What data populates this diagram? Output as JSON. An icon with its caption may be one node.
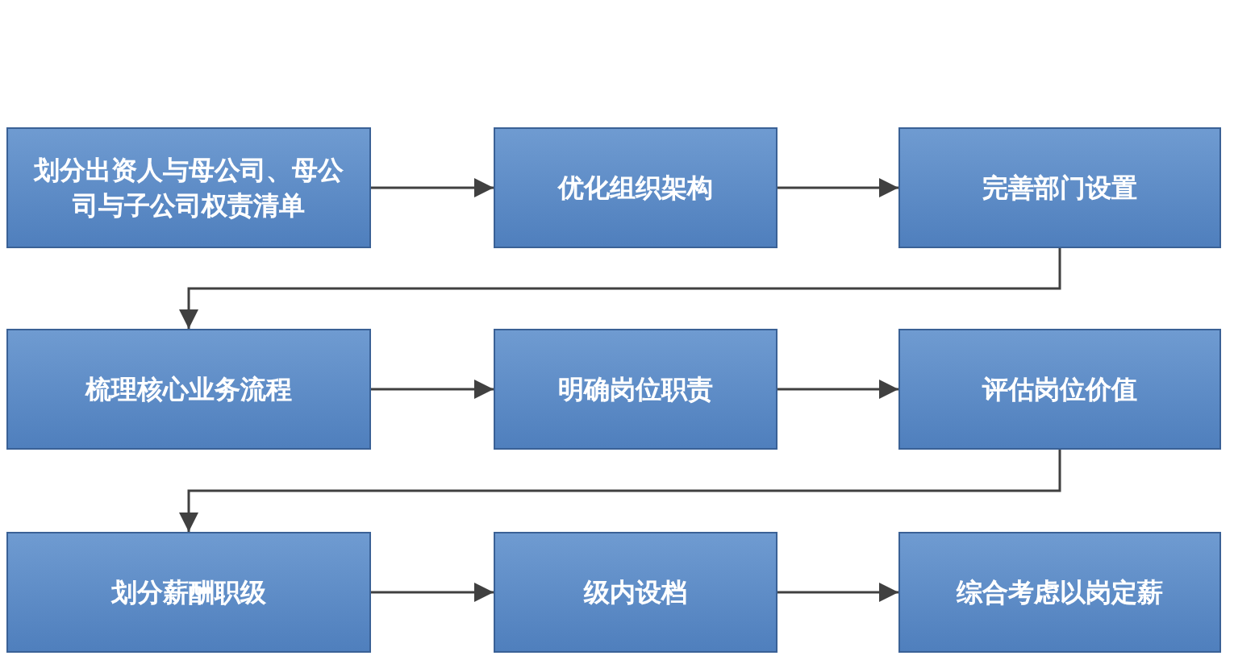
{
  "diagram": {
    "nodes": [
      {
        "text": [
          "划分出资人与母公司、母公司与子公司权责清单"
        ]
      },
      {
        "text": [
          "优化组织架构"
        ]
      },
      {
        "text": [
          "完善部门设置"
        ]
      },
      {
        "text": [
          "梳理核心业务流程"
        ]
      },
      {
        "text": [
          "明确岗位职责"
        ]
      },
      {
        "text": [
          "评估岗位价值"
        ]
      },
      {
        "text": [
          "划分薪酬职级"
        ]
      },
      {
        "text": [
          "级内设档"
        ]
      },
      {
        "text": [
          "综合考虑以岗定薪"
        ]
      }
    ],
    "edges": [
      {
        "from": 0,
        "to": 1,
        "arrow": "to"
      },
      {
        "from": 1,
        "to": 2,
        "arrow": "to"
      },
      {
        "from": 2,
        "to": 3,
        "arrow": "to"
      },
      {
        "from": 3,
        "to": 4,
        "arrow": "to"
      },
      {
        "from": 4,
        "to": 5,
        "arrow": "to"
      },
      {
        "from": 5,
        "to": 6,
        "arrow": "to"
      },
      {
        "from": 6,
        "to": 7,
        "arrow": "to"
      },
      {
        "from": 7,
        "to": 8,
        "arrow": "to"
      }
    ]
  }
}
